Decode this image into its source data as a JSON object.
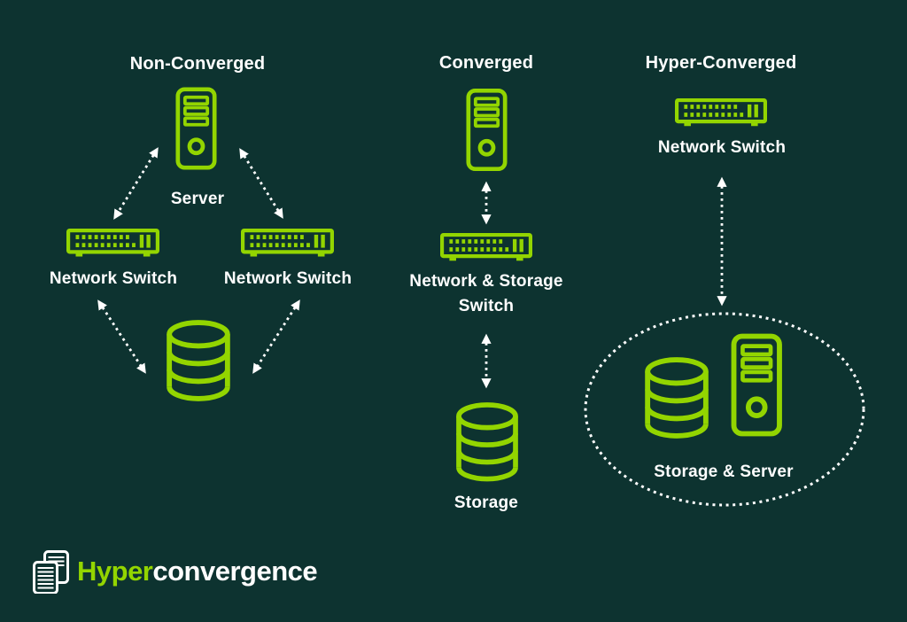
{
  "meta": {
    "background_color": "#0d3330",
    "accent_green": "#93d500",
    "text_color": "#ffffff",
    "arrow_style": "white dotted, arrowheads both ends"
  },
  "columns": {
    "non_converged": {
      "title": "Non-Converged",
      "server_label": "Server",
      "switch_left_label": "Network Switch",
      "switch_right_label": "Network Switch"
    },
    "converged": {
      "title": "Converged",
      "switch_label_line1": "Network & Storage",
      "switch_label_line2": "Switch",
      "storage_label": "Storage"
    },
    "hyper_converged": {
      "title": "Hyper-Converged",
      "switch_label": "Network Switch",
      "group_label": "Storage & Server"
    }
  },
  "logo": {
    "text_green": "Hyper",
    "text_white": "convergence"
  },
  "icons": {
    "server": "server-tower-icon",
    "network_switch": "network-switch-icon",
    "storage": "storage-cylinder-icon",
    "logo_mark": "stacked-servers-icon"
  }
}
